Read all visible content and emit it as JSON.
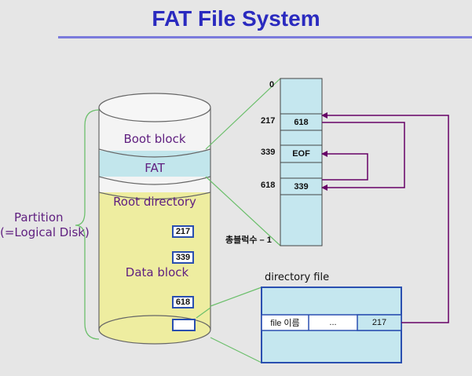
{
  "title": "FAT File System",
  "partition_label": {
    "line1": "Partition",
    "line2": "(=Logical Disk)"
  },
  "disk": {
    "boot_block": "Boot block",
    "fat": "FAT",
    "root_directory": "Root directory",
    "data_block": "Data block",
    "data_entries": [
      "217",
      "339",
      "618"
    ]
  },
  "fat_table": {
    "index_labels": [
      "0",
      "217",
      "339",
      "618",
      "총블럭수 – 1"
    ],
    "entries": [
      "618",
      "EOF",
      "339"
    ]
  },
  "directory_file": {
    "label": "directory file",
    "cells": [
      "file 이름",
      "...",
      "217"
    ]
  },
  "colors": {
    "title": "#2a2abf",
    "label_text": "#602080",
    "arrow": "#660066",
    "disk_yellow": "#eeeda0",
    "fat_band": "#c2e6ec",
    "table_fill": "#c5e7ef",
    "border_blue": "#2a4fb0"
  }
}
